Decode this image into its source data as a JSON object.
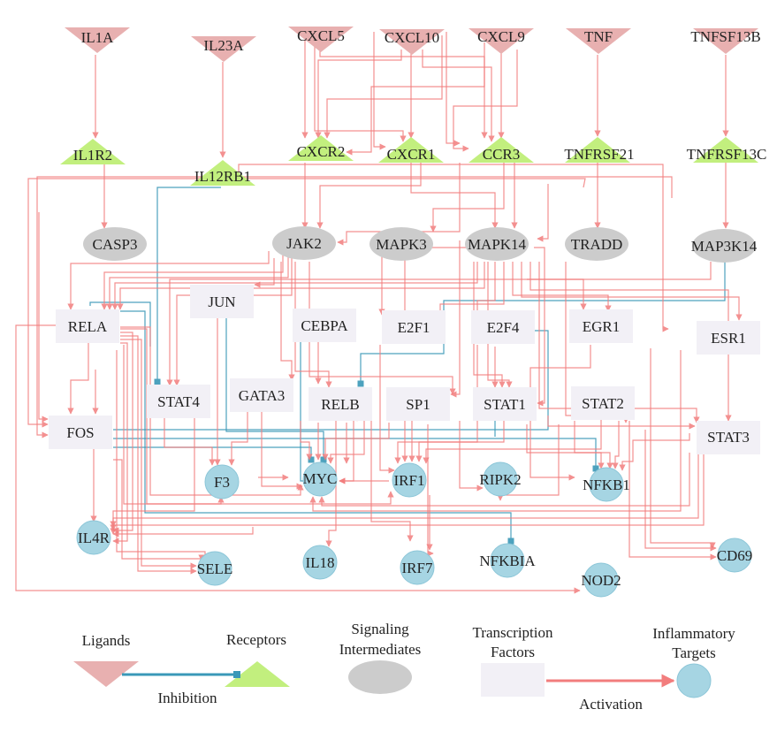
{
  "colors": {
    "ligand": "#e8b0b0",
    "receptor": "#c2ef7e",
    "intermediate": "#cccccc",
    "tf": "#f2f0f6",
    "target": "#a6d5e3",
    "activation": "#f27d7d",
    "inhibition": "#3a98b8"
  },
  "nodes": {
    "ligands": [
      "IL1A",
      "IL23A",
      "CXCL5",
      "CXCL10",
      "CXCL9",
      "TNF",
      "TNFSF13B"
    ],
    "receptors": [
      "IL1R2",
      "IL12RB1",
      "CXCR2",
      "CXCR1",
      "CCR3",
      "TNFRSF21",
      "TNFRSF13C"
    ],
    "intermediates": [
      "CASP3",
      "JAK2",
      "MAPK3",
      "MAPK14",
      "TRADD",
      "MAP3K14"
    ],
    "tfs": [
      "JUN",
      "RELA",
      "CEBPA",
      "E2F1",
      "E2F4",
      "EGR1",
      "ESR1",
      "STAT4",
      "GATA3",
      "RELB",
      "SP1",
      "STAT1",
      "STAT2",
      "FOS",
      "STAT3"
    ],
    "targets": [
      "F3",
      "MYC",
      "IRF1",
      "RIPK2",
      "NFKB1",
      "IL4R",
      "SELE",
      "IL18",
      "IRF7",
      "NFKBIA",
      "CD69",
      "NOD2"
    ]
  },
  "legend": {
    "ligands": "Ligands",
    "receptors": "Receptors",
    "intermediates_line1": "Signaling",
    "intermediates_line2": "Intermediates",
    "tfs_line1": "Transcription",
    "tfs_line2": "Factors",
    "targets_line1": "Inflammatory",
    "targets_line2": "Targets",
    "inhibition": "Inhibition",
    "activation": "Activation"
  }
}
